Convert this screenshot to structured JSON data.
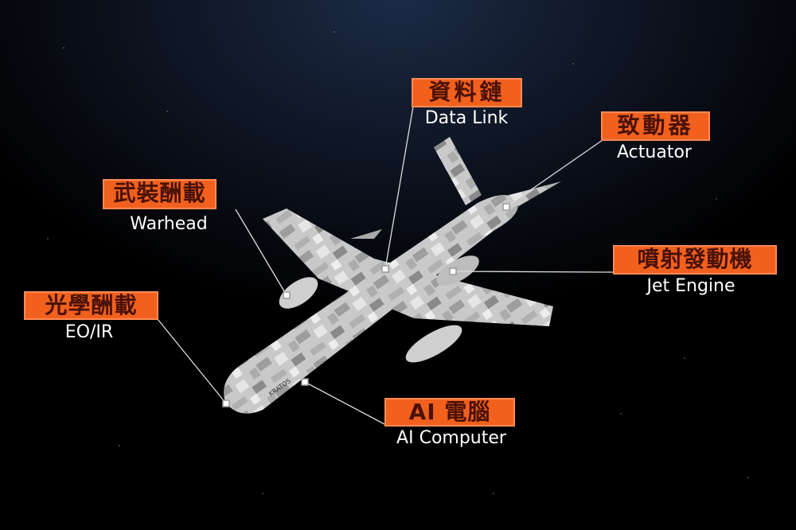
{
  "fuselage_marking": "KRATOS",
  "colors": {
    "label_bg": "#f2601e",
    "label_text": "#4a1206",
    "background": "#000000"
  },
  "labels": [
    {
      "id": "data-link",
      "zh": "資料鏈",
      "en": "Data Link"
    },
    {
      "id": "actuator",
      "zh": "致動器",
      "en": "Actuator"
    },
    {
      "id": "warhead",
      "zh": "武裝酬載",
      "en": "Warhead"
    },
    {
      "id": "jet-engine",
      "zh": "噴射發動機",
      "en": "Jet Engine"
    },
    {
      "id": "eo-ir",
      "zh": "光學酬載",
      "en": "EO/IR"
    },
    {
      "id": "ai-computer",
      "zh": "AI 電腦",
      "en": "AI Computer"
    }
  ]
}
